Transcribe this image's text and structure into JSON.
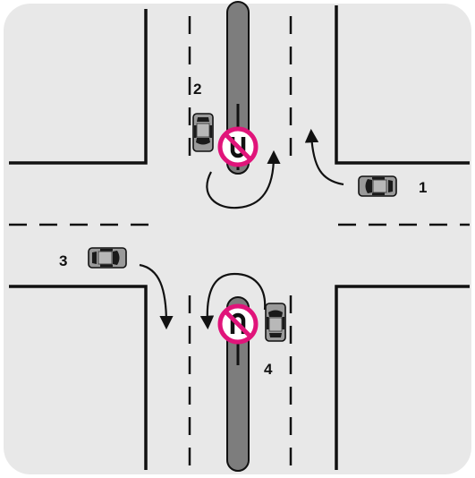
{
  "colors": {
    "background": "#e8e8e8",
    "road_edge": "#111111",
    "median": "#7d7d7d",
    "no_u_turn_sign": "#e0147a",
    "car_body": "#9a9a9a",
    "car_window": "#1a1a1a"
  },
  "cars": [
    {
      "label": "1",
      "direction": "west"
    },
    {
      "label": "2",
      "direction": "south"
    },
    {
      "label": "3",
      "direction": "east"
    },
    {
      "label": "4",
      "direction": "north"
    }
  ],
  "signs": [
    {
      "type": "no-u-turn",
      "near_car": "2"
    },
    {
      "type": "no-u-turn",
      "near_car": "4"
    }
  ],
  "icons": [
    "car-icon",
    "no-u-turn-sign-icon",
    "turn-arrow-icon"
  ]
}
